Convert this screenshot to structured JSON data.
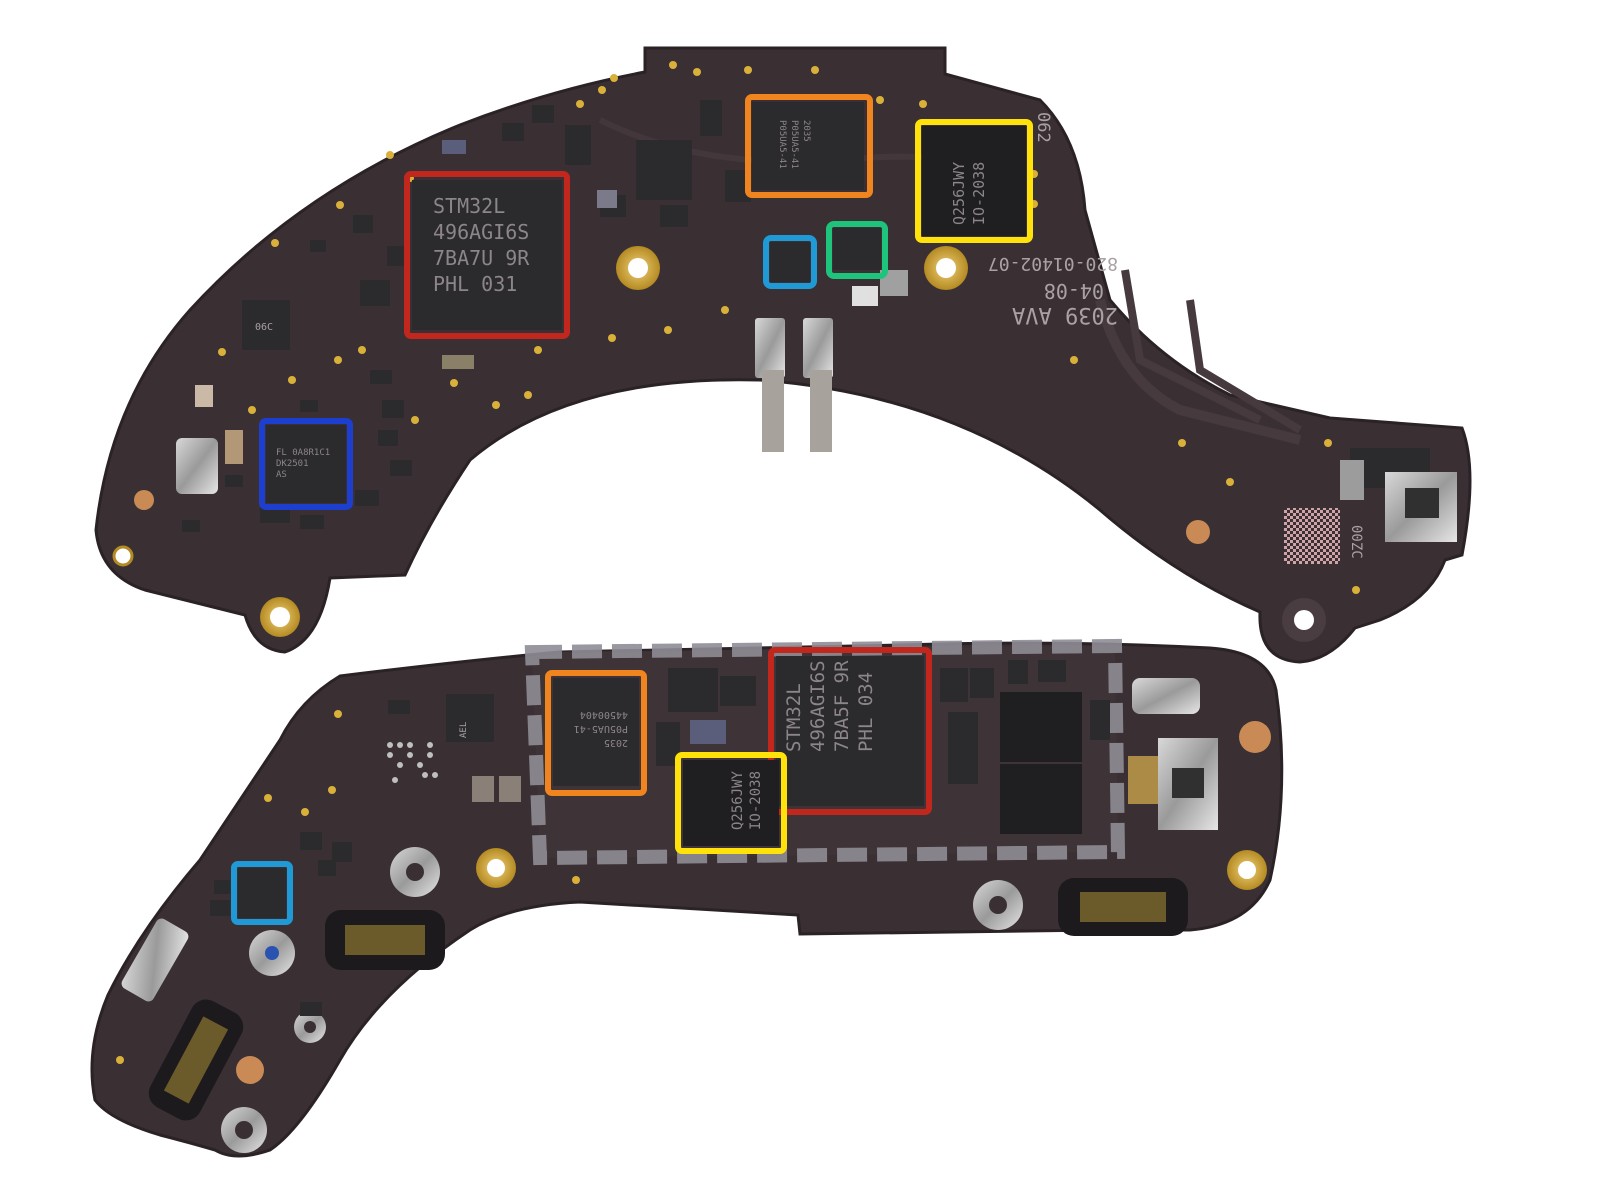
{
  "colors": {
    "background": "#ffffff",
    "board": "#3a3034",
    "board_edge": "#2a2226",
    "gold": "#d9b13a",
    "chip": "#2b2a2c",
    "highlight_red": "#c1271d",
    "highlight_orange": "#f0851f",
    "highlight_yellow": "#ffe20a",
    "highlight_green": "#1ec47b",
    "highlight_lightblue": "#1f9ad6",
    "highlight_blue": "#1d3fcf"
  },
  "top_board": {
    "red_chip": {
      "line1": "STM32L",
      "line2": "496AGI6S",
      "line3": "7BA7U 9R",
      "line4": "PHL  031"
    },
    "orange_chip": {
      "line1": "P05UA5-41",
      "line2": "P05UA5-41",
      "line3": "2035"
    },
    "yellow_chip": {
      "line1": "Q256JWY",
      "line2": "IO-2038"
    },
    "blue_chip": {
      "line1": "FL 0A8R1C1",
      "line2": "DK2501",
      "line3": "AS"
    },
    "silkscreen": {
      "board_id": "820-01402-07",
      "date": "04-08",
      "lot": "2039 AVA",
      "corner": "062",
      "small_mark": "06C",
      "dmc_text": "00ZC"
    }
  },
  "bottom_board": {
    "red_chip": {
      "line1": "STM32L",
      "line2": "496AGI6S",
      "line3": "7BA5F 9R",
      "line4": "PHL  034"
    },
    "orange_chip": {
      "line1": "2035",
      "line2": "P05UA5-41",
      "line3": "44500404"
    },
    "yellow_chip": {
      "line1": "Q256JWY",
      "line2": "IO-2038"
    },
    "small_mark": "AEL"
  }
}
